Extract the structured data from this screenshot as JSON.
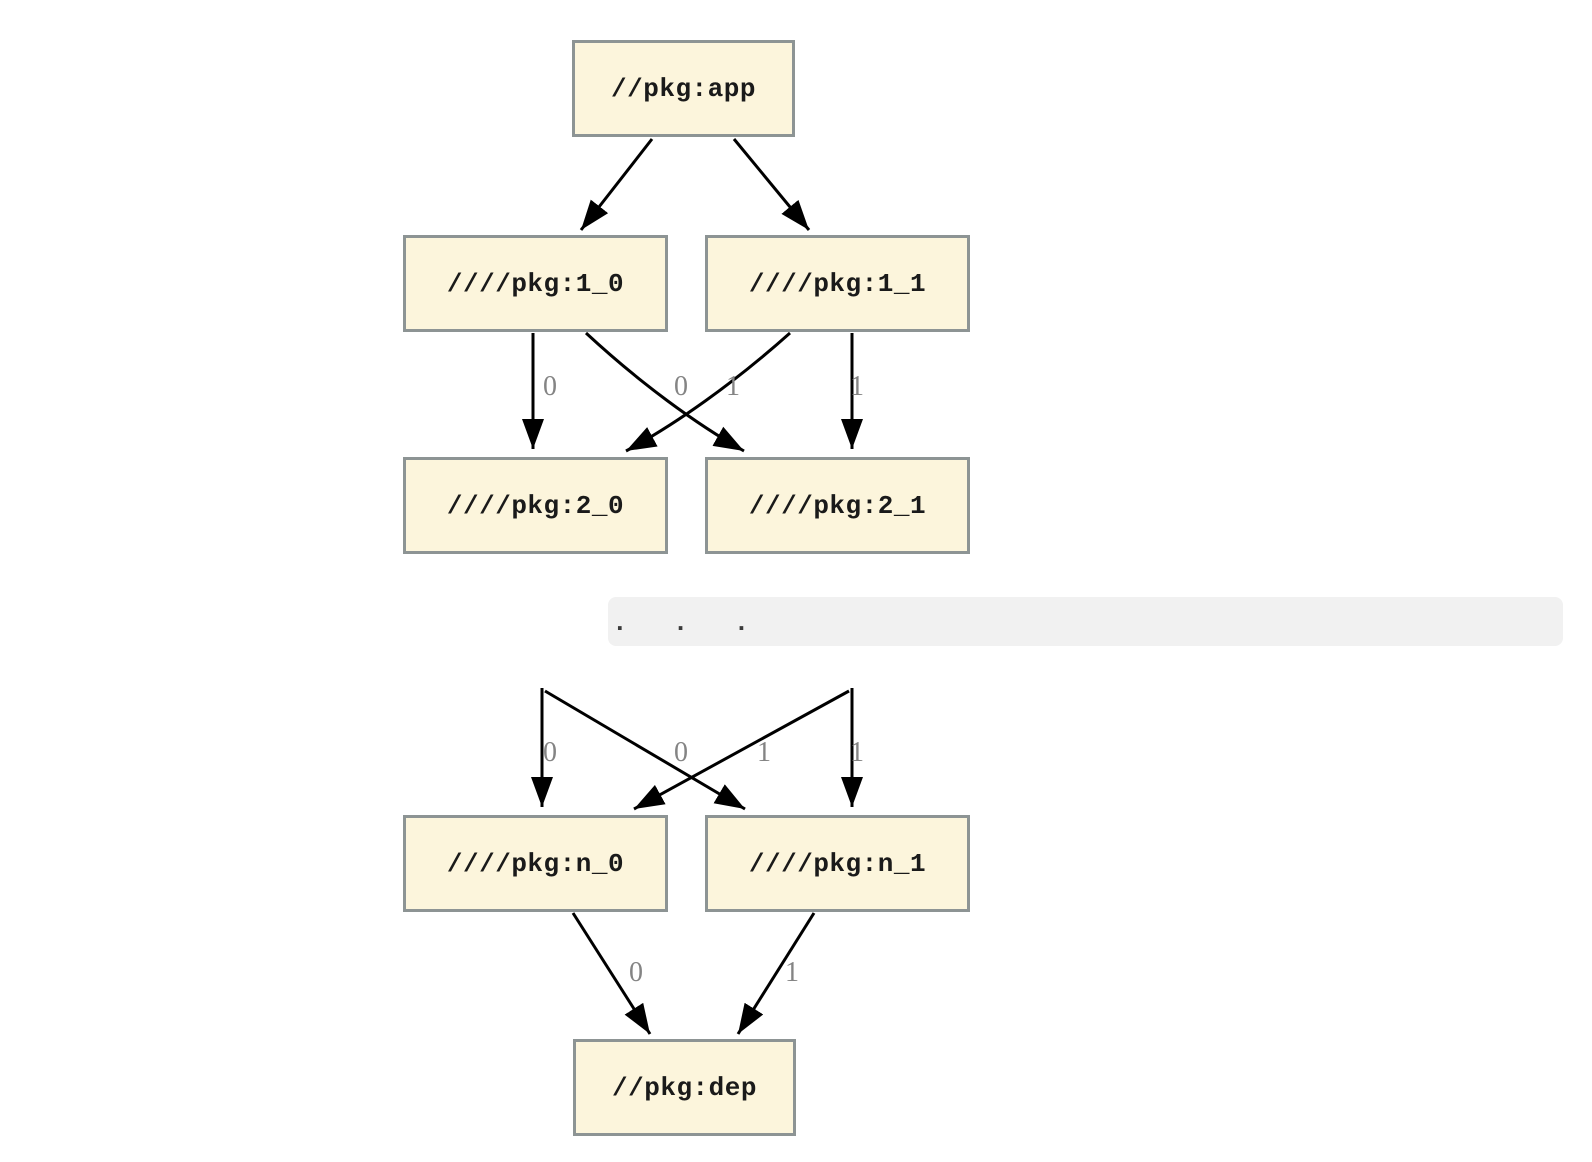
{
  "diagram": {
    "type": "dependency-graph",
    "nodes": [
      {
        "id": "app",
        "label": "//pkg:app"
      },
      {
        "id": "1_0",
        "label": "////pkg:1_0"
      },
      {
        "id": "1_1",
        "label": "////pkg:1_1"
      },
      {
        "id": "2_0",
        "label": "////pkg:2_0"
      },
      {
        "id": "2_1",
        "label": "////pkg:2_1"
      },
      {
        "id": "n_0",
        "label": "////pkg:n_0"
      },
      {
        "id": "n_1",
        "label": "////pkg:n_1"
      },
      {
        "id": "dep",
        "label": "//pkg:dep"
      }
    ],
    "ellipsis": ".  .  .",
    "edges": [
      {
        "from": "app",
        "to": "1_0",
        "label": ""
      },
      {
        "from": "app",
        "to": "1_1",
        "label": ""
      },
      {
        "from": "1_0",
        "to": "2_0",
        "label": "0"
      },
      {
        "from": "1_0",
        "to": "2_1",
        "label": "1"
      },
      {
        "from": "1_1",
        "to": "2_0",
        "label": "0"
      },
      {
        "from": "1_1",
        "to": "2_1",
        "label": "1"
      },
      {
        "from": "...",
        "to": "n_0",
        "label": "0"
      },
      {
        "from": "...",
        "to": "n_1",
        "label": "1"
      },
      {
        "from": "...",
        "to": "n_0",
        "label": "0"
      },
      {
        "from": "...",
        "to": "n_1",
        "label": "1"
      },
      {
        "from": "n_0",
        "to": "dep",
        "label": "0"
      },
      {
        "from": "n_1",
        "to": "dep",
        "label": "1"
      }
    ],
    "colors": {
      "node_fill": "#fcf5dc",
      "node_border": "#8d9494",
      "edge": "#000000",
      "edge_label": "#848484",
      "ellipsis_bg": "#f1f1f1",
      "ellipsis_dots": "#3b3b3b"
    }
  }
}
